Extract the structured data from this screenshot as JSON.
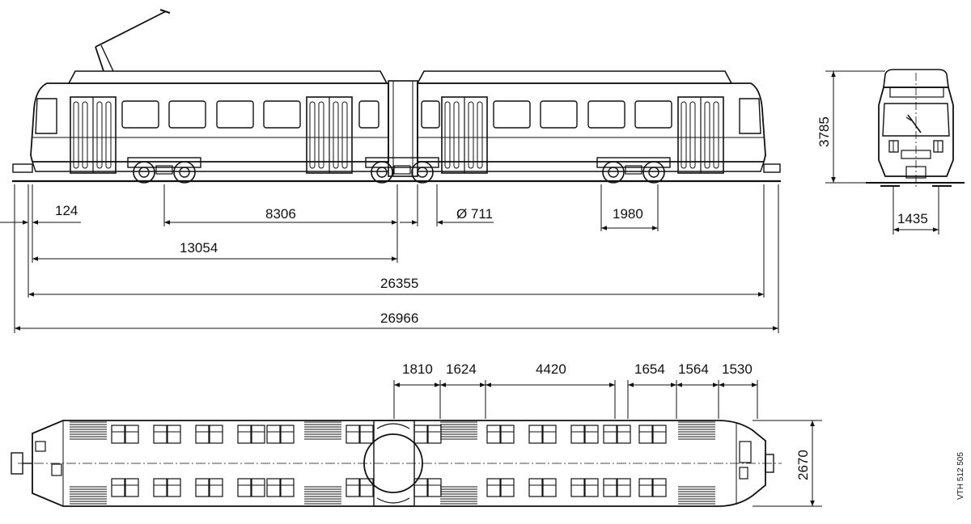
{
  "side_view_dimensions": {
    "overhang": "124",
    "bogie_pivot_distance": "8306",
    "wheel_diameter": "Ø 711",
    "bogie_wheelbase": "1980",
    "half_length": "13054",
    "length_over_body": "26355",
    "length_over_couplers": "26966"
  },
  "end_view_dimensions": {
    "height": "3785",
    "track_gauge": "1435"
  },
  "plan_view_dimensions": {
    "width": "2670",
    "segments": [
      "1810",
      "1624",
      "4420",
      "1654",
      "1564",
      "1530"
    ]
  },
  "drawing_reference": "VTH 512 505"
}
